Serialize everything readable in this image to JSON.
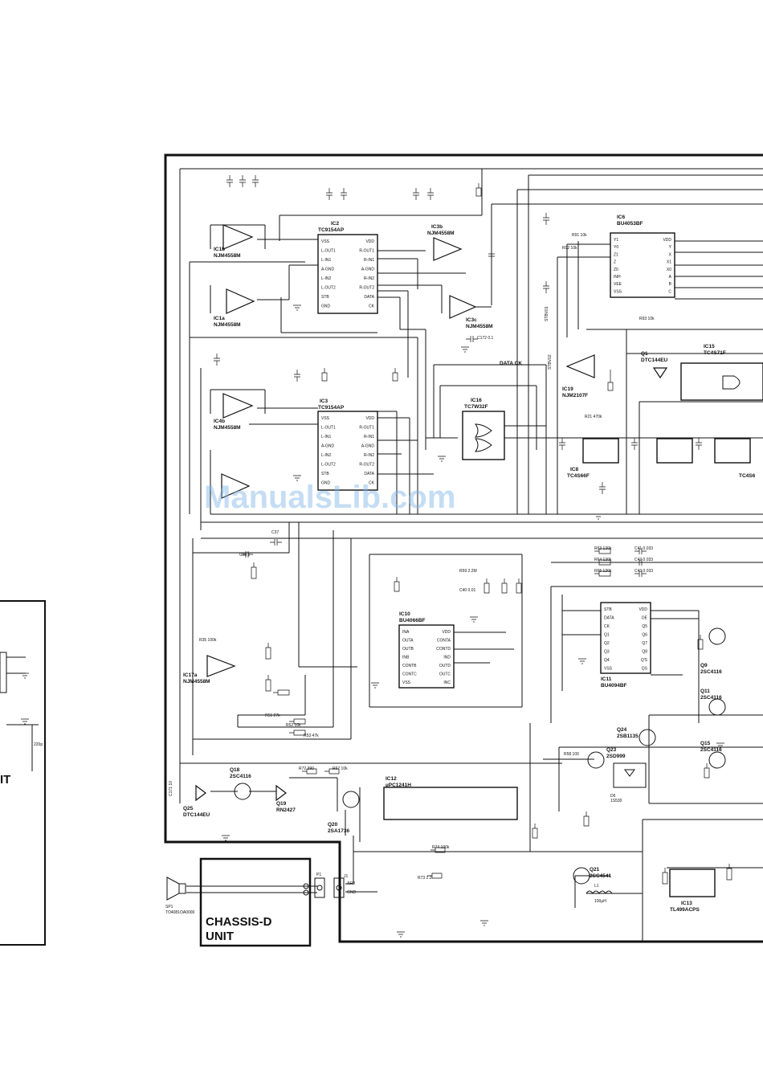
{
  "watermark": "ManualsLib.com",
  "units": {
    "chassis_d": "CHASSIS-D",
    "unit": "UNIT",
    "left_unit_fragment": "IT"
  },
  "ic_titles": {
    "ic2": "IC2",
    "ic2_part": "TC9154AP",
    "ic3": "IC3",
    "ic3_part": "TC9154AP",
    "ic6": "IC6",
    "ic6_part": "BU4053BF",
    "ic10": "IC10",
    "ic10_part": "BU4066BF",
    "ic11": "IC11",
    "ic11_part": "BU4094BF",
    "ic12": "IC12",
    "ic12_part": "µPC1241H",
    "ic13": "IC13",
    "ic13_part": "TL499ACPS",
    "ic15": "IC15",
    "ic15_part": "TC4S71F",
    "ic16": "IC16",
    "ic16_part": "TC7W32F",
    "ic8": "IC8",
    "ic8_part": "TC4S66F",
    "ic9_part": "TC4S6",
    "ic1a": "IC1a",
    "ic1a_part": "NJM4558M",
    "ic1b": "IC1b",
    "ic1b_part": "NJM4558M",
    "ic3b": "IC3b",
    "ic3b_part": "NJM4558M",
    "ic3c": "IC3c",
    "ic3c_part": "NJM4558M",
    "ic4b": "IC4b",
    "ic4b_part": "NJM4558M",
    "ic17a": "IC17a",
    "ic17a_part": "NJM4558M",
    "ic19": "IC19",
    "ic19_part": "NJM2107F"
  },
  "pins_tc9154": [
    "VSS",
    "L-OUT1",
    "L-IN1",
    "A-GND",
    "L-IN2",
    "L-OUT2",
    "STB",
    "GND"
  ],
  "pins_tc9154_r": [
    "VDD",
    "R-OUT1",
    "R-IN1",
    "A-GND",
    "R-IN2",
    "R-OUT2",
    "DATA",
    "CK"
  ],
  "pins_bu4053_l": [
    "Y1",
    "Y0",
    "Z1",
    "Z",
    "Z0",
    "INH",
    "VEE",
    "VSS"
  ],
  "pins_bu4053_r": [
    "VDD",
    "Y",
    "X",
    "X1",
    "X0",
    "A",
    "B",
    "C"
  ],
  "pins_bu4066_l": [
    "INA",
    "OUTA",
    "OUTB",
    "INB",
    "CONTB",
    "CONTC",
    "VSS"
  ],
  "pins_bu4066_r": [
    "VDD",
    "CONTA",
    "CONTD",
    "IND",
    "OUTD",
    "OUTC",
    "INC"
  ],
  "pins_bu4094_l": [
    "STB",
    "DATA",
    "CK",
    "Q1",
    "Q2",
    "Q3",
    "Q4",
    "VSS"
  ],
  "pins_bu4094_r": [
    "VDD",
    "OE",
    "Q5",
    "Q6",
    "Q7",
    "Q8",
    "Q'S",
    "QS"
  ],
  "transistors": {
    "q1": "Q1",
    "q1_part": "DTC144EU",
    "q9": "Q9",
    "q9_part": "2SC4116",
    "q11": "Q11",
    "q11_part": "2SC4116",
    "q15": "Q15",
    "q15_part": "2SC4116",
    "q18": "Q18",
    "q18_part": "2SC4116",
    "q19": "Q19",
    "q19_part": "RN2427",
    "q20": "Q20",
    "q20_part": "2SA1736",
    "q21": "Q21",
    "q21_part": "2SC4541",
    "q23": "Q23",
    "q23_part": "2SD999",
    "q24": "Q24",
    "q24_part": "2SB1135",
    "q25": "Q25",
    "q25_part": "DTC144EU"
  },
  "signals": {
    "data_ck": "DATA  CK",
    "stbv01": "STBV01",
    "stbv02": "STBV02",
    "sp1": "SP1",
    "sp1_part": "TO4081OA0000",
    "afo": "AFO",
    "gnd": "GND",
    "j1": "J1",
    "p1": "P1",
    "d6": "D6",
    "d6_part": "1S530",
    "l1": "L1",
    "l1_val": "100µH"
  },
  "components": {
    "c172": "C172 0.1",
    "r53": "R53 47k",
    "r52": "R52 10k",
    "r51": "R51 27k",
    "r35": "R35 100k",
    "r21": "R21 470k",
    "r93": "R93 10k",
    "r91": "R91 10k",
    "r92": "R92 10k",
    "r63": "R63 120k",
    "r64": "R64 120k",
    "r65": "R65 120k",
    "c41": "C41 0.033",
    "c42": "C42 0.033",
    "c43": "C43 0.033",
    "r58": "R58 100",
    "r72": "R72 390",
    "r67": "R67 10k",
    "r74": "R74 100k",
    "r73": "R73 2.2",
    "r59": "R59 2.2M",
    "c38": "C38 1",
    "c37": "C37",
    "c40": "C40 0.01",
    "c171": "C171 10"
  }
}
